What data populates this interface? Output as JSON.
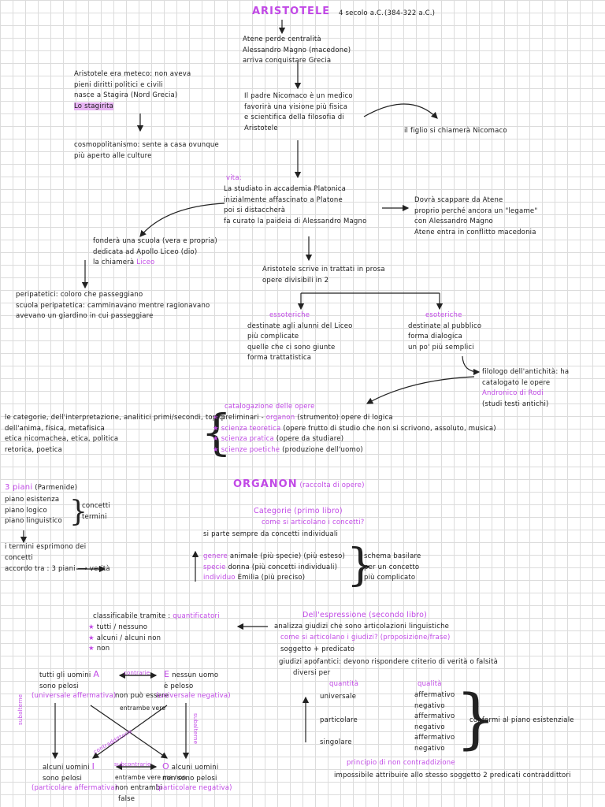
{
  "header": {
    "title": "ARISTOTELE",
    "century": "4 secolo a.C.",
    "dates": "(384-322 a.C.)"
  },
  "athens_block": [
    "Atene perde centralità",
    "Alessandro Magno (macedone)",
    "arriva conquistare Grecia"
  ],
  "bio_left": [
    "Aristotele era meteco: non aveva",
    "pieni diritti politici e civili",
    "nasce a Stagira (Nord Grecia)"
  ],
  "stagirita": "Lo stagirita",
  "cosmopolitan": [
    "cosmopolitanismo: sente a casa ovunque",
    "più aperto alle culture"
  ],
  "father_block": [
    "Il padre Nicomaco è un medico",
    "favorirà una visione più fisica",
    "e scientifica della filosofia di",
    "Aristotele"
  ],
  "son_note": "il figlio si chiamerà Nicomaco",
  "life": {
    "label": "vita:",
    "lines": [
      "La studiato in accademia Platonica",
      "inizialmente affascinato a Platone",
      "poi si distaccherà",
      "fa curato la paideia di Alessandro Magno"
    ]
  },
  "escape_block": [
    "Dovrà scappare da Atene",
    "proprio perché ancora un \"legame\"",
    "con Alessandro Magno",
    "Atene entra in conflitto macedonia"
  ],
  "school_block": {
    "lines": [
      "fonderà una scuola (vera e propria)",
      "dedicata ad Apollo Liceo (dio)"
    ],
    "name_prefix": "la chiamerà",
    "name": "Liceo"
  },
  "peripatetic": [
    "peripatetici: coloro che passeggiano",
    "scuola peripatetica: camminavano mentre ragionavano",
    "avevano un giardino in cui passeggiare"
  ],
  "treatises": [
    "Aristotele scrive in trattati in prosa",
    "opere divisibili in 2"
  ],
  "exoteric": {
    "label": "essoteriche",
    "lines": [
      "destinate agli alunni del Liceo",
      "più complicate",
      "quelle che ci sono giunte",
      "forma trattatistica"
    ]
  },
  "esoteric": {
    "label": "esoteriche",
    "lines": [
      "destinate al pubblico",
      "forma dialogica",
      "un po' più semplici"
    ]
  },
  "andronico": {
    "lines": [
      "filologo dell'antichità: ha",
      "catalogato le opere"
    ],
    "name": "Andronico di Rodi",
    "note": "(studi testi antichi)"
  },
  "catalog": {
    "title": "catalogazione delle opere",
    "items": [
      {
        "star": "★",
        "pre": "preliminari -",
        "label": "organon",
        "post": "(strumento) opere di logica"
      },
      {
        "star": "★",
        "pre": "",
        "label": "scienza teoretica",
        "post": "(opere frutto di studio che non si scrivono, assoluto, musica)"
      },
      {
        "star": "★",
        "pre": "",
        "label": "scienza pratica",
        "post": "(opere da studiare)"
      },
      {
        "star": "★",
        "pre": "",
        "label": "scienze poetiche",
        "post": "(produzione dell'uomo)"
      }
    ]
  },
  "works_list": [
    "le categorie, dell'interpretazione, analitici primi/secondi, topici",
    "dell'anima, fisica, metafisica",
    "etica nicomachea, etica, politica",
    "retorica, poetica"
  ],
  "levels": {
    "title": "3 piani",
    "subtitle": "(Parmenide)",
    "items": [
      "piano esistenza",
      "piano logico",
      "piano linguistico"
    ],
    "brace_labels": [
      "concetti",
      "termini"
    ],
    "note": [
      "i termini esprimono dei",
      "concetti"
    ],
    "agreement": "accordo tra : 3 piani ⟶ verità"
  },
  "organon": {
    "title": "ORGANON",
    "subtitle": "(raccolta di opere)"
  },
  "categories": {
    "title": "Categorie (primo libro)",
    "subtitle": "come si articolano i concetti?",
    "intro": "si parte sempre da concetti individuali",
    "rows": [
      {
        "label": "genere",
        "text": "animale (più specie) (più esteso)"
      },
      {
        "label": "specie",
        "text": "donna (più concetti individuali)"
      },
      {
        "label": "individuo",
        "text": "Emilia (più preciso)"
      }
    ],
    "brace_text": [
      "schema basilare",
      "per un concetto",
      "più complicato"
    ]
  },
  "interpretation": {
    "title": "Dell'espressione (secondo libro)",
    "analysis": "analizza giudizi che sono articolazioni linguistiche",
    "question": "come si articolano i giudizi? (proposizione/frase)",
    "subject": "soggetto + predicato",
    "judgments": "giudizi apofantici: devono rispondere criterio di verità o falsità",
    "different": "diversi per",
    "quantity_label": "quantità",
    "quality_label": "qualità",
    "quantity": [
      "universale",
      "particolare",
      "singolare"
    ],
    "quality": [
      "affermativo",
      "negativo",
      "affermativo",
      "negativo",
      "affermativo",
      "negativo"
    ],
    "brace_text": "conformi al piano esistenziale",
    "principle_title": "principio di non contraddizione",
    "principle_text": "impossibile attribuire allo stesso soggetto 2 predicati contraddittori"
  },
  "quantifiers": {
    "title": "classificabile tramite :",
    "title_label": "quantificatori",
    "items": [
      "tutti / nessuno",
      "alcuni / alcuni non",
      "non"
    ]
  },
  "square": {
    "A": {
      "letter": "A",
      "lines": [
        "tutti gli uomini",
        "sono pelosi"
      ],
      "label": "(universale affermativa)",
      "suffix": "non può essere"
    },
    "E": {
      "letter": "E",
      "lines": [
        "nessun uomo",
        "è peloso"
      ],
      "label": "(universale negativa)"
    },
    "I": {
      "letter": "I",
      "lines": [
        "alcuni uomini",
        "sono pelosi"
      ],
      "label": "(particolare affermativa)",
      "suffix": "non entrambi"
    },
    "O": {
      "letter": "O",
      "lines": [
        "alcuni uomini",
        "non sono pelosi"
      ],
      "label": "(particolare negativa)"
    },
    "top_rel": "contrarie",
    "bottom_rel": "subcontrarie",
    "left_rel": "subalterne",
    "right_rel": "subalterne",
    "diag_rel": "contraddittorie",
    "top_note": "entrambe vere",
    "bottom_note": "entrambe vere ma non",
    "false_note": "false"
  },
  "colors": {
    "accent": "#c149e6",
    "highlight": "#e7b3f3",
    "grid": "#dcdcdc"
  }
}
